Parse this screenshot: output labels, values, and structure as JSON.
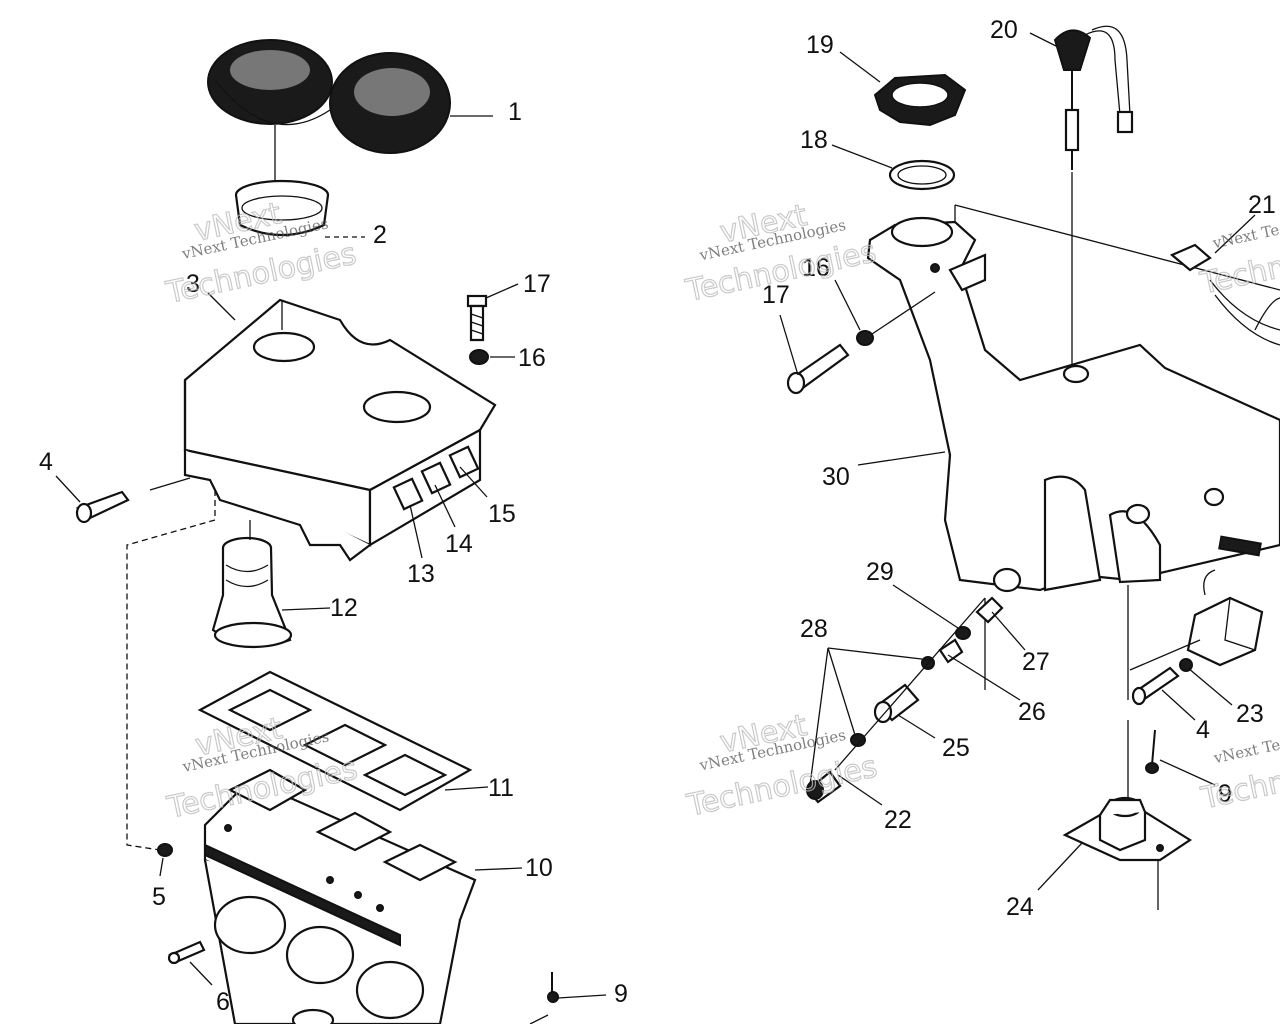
{
  "watermark": {
    "line1": "vNext Technologies",
    "line2": "vNext",
    "line3": "Technologies",
    "left_top_partial": "vNext Te",
    "right_partial": "Techn"
  },
  "callouts": {
    "p1": "1",
    "p2": "2",
    "p3": "3",
    "p4_left": "4",
    "p4_right": "4",
    "p5": "5",
    "p6": "6",
    "p9_left": "9",
    "p9_right": "9",
    "p10": "10",
    "p11": "11",
    "p12": "12",
    "p13": "13",
    "p14": "14",
    "p15": "15",
    "p16_left": "16",
    "p16_right": "16",
    "p17_left": "17",
    "p17_right": "17",
    "p18": "18",
    "p19": "19",
    "p20": "20",
    "p21": "21",
    "p22": "22",
    "p23": "23",
    "p24": "24",
    "p25": "25",
    "p26": "26",
    "p27": "27",
    "p28": "28",
    "p29": "29",
    "p30": "30"
  }
}
